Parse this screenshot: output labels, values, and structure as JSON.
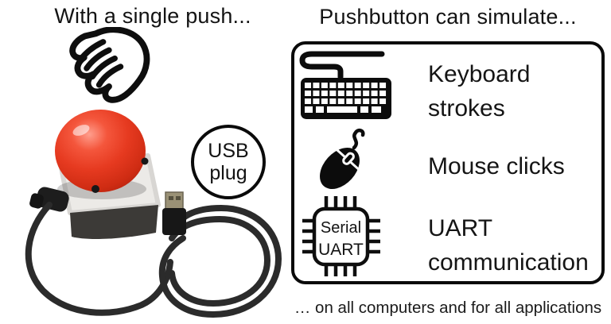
{
  "headings": {
    "left": "With a single push...",
    "right": "Pushbutton can simulate..."
  },
  "device": {
    "usb_plug": {
      "line1": "USB",
      "line2": "plug"
    }
  },
  "features": [
    {
      "icon": "keyboard-icon",
      "label": "Keyboard strokes"
    },
    {
      "icon": "mouse-icon",
      "label": "Mouse clicks"
    },
    {
      "icon": "uart-chip-icon",
      "label": "UART communication",
      "chip": {
        "line1": "Serial",
        "line2": "UART"
      }
    }
  ],
  "footer": {
    "caption": "… on all computers and for all applications"
  },
  "colors": {
    "ink": "#111111",
    "button_red": "#e63a20",
    "enclosure_grey": "#eceae7",
    "base_grey": "#3c3a37",
    "cable_black": "#2b2b2b"
  }
}
